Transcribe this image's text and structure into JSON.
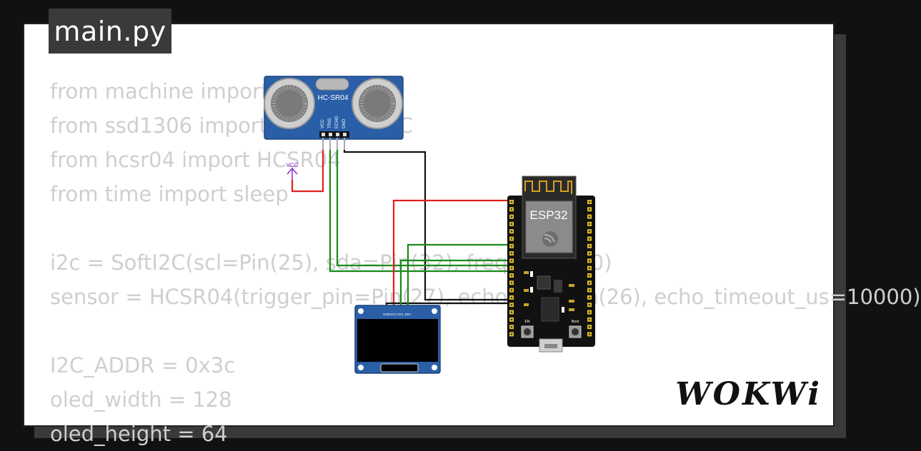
{
  "file_tab": {
    "title": "main.py"
  },
  "code_lines": [
    "from machine import Pin, SoftI2C",
    "from ssd1306 import SSD1306_I2C",
    "from hcsr04 import HCSR04",
    "from time import sleep",
    "",
    "i2c = SoftI2C(scl=Pin(25), sda=Pin(32), freq=400000)",
    "sensor = HCSR04(trigger_pin=Pin(27), echo_pin=Pin(26), echo_timeout_us=10000)",
    "",
    "I2C_ADDR = 0x3c",
    "oled_width = 128",
    "oled_height = 64"
  ],
  "components": {
    "sensor_label": "HC-SR04",
    "sensor_pins": [
      "VCC",
      "TRIG",
      "ECHO",
      "GND"
    ],
    "vcc_label": "VCC",
    "mcu_label": "ESP32",
    "mcu_buttons": [
      "EN",
      "Boot"
    ],
    "oled_pins": [
      "GND",
      "VCC",
      "SCL",
      "SDA"
    ]
  },
  "wire_colors": {
    "power": "#e02020",
    "ground": "#111111",
    "signal": "#1a8a1a",
    "vcc_marker": "#8a2bd0"
  },
  "branding": {
    "logo": "WOKWi"
  }
}
